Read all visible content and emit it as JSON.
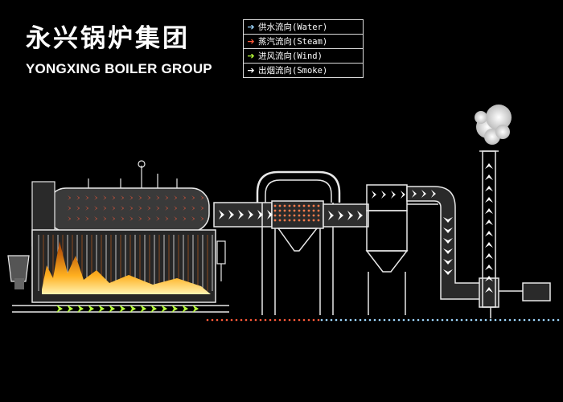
{
  "brand": {
    "title_cn": "永兴锅炉集团",
    "title_en": "YONGXING BOILER GROUP"
  },
  "legend": [
    {
      "label": "供水流向(Water)",
      "icon": "arrow-right-icon",
      "color": "#9fd8ff"
    },
    {
      "label": "蒸汽流向(Steam)",
      "icon": "arrow-right-icon",
      "color": "#ff5a3a"
    },
    {
      "label": "进风流向(Wind)",
      "icon": "arrow-right-icon",
      "color": "#b8ff3a"
    },
    {
      "label": "出烟流向(Smoke)",
      "icon": "arrow-right-icon",
      "color": "#ffffff"
    }
  ],
  "colors": {
    "water": "#9fd8ff",
    "steam": "#ff5a3a",
    "wind": "#b8ff3a",
    "smoke": "#ffffff",
    "fire": "#ffb020",
    "line": "#e8e8e8"
  }
}
